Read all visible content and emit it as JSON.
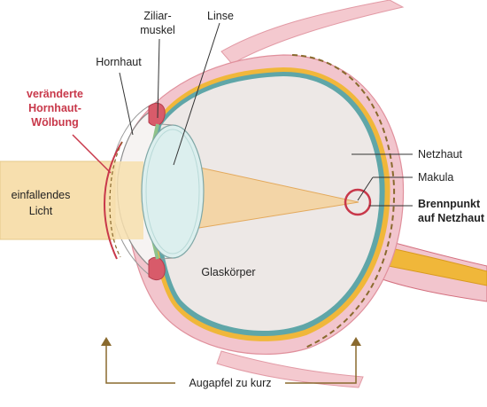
{
  "labels": {
    "ciliary_muscle": [
      "Ziliar-",
      "muskel"
    ],
    "lens": "Linse",
    "cornea": "Hornhaut",
    "changed_curvature": [
      "veränderte",
      "Hornhaut-",
      "Wölbung"
    ],
    "incoming_light": [
      "einfallendes",
      "Licht"
    ],
    "retina": "Netzhaut",
    "macula": "Makula",
    "focal_point": [
      "Brennpunkt",
      "auf Netzhaut"
    ],
    "vitreous": "Glaskörper",
    "eyeball_too_short": "Augapfel zu kurz"
  },
  "colors": {
    "highlight_red": "#c8384a",
    "light_beam": "#f7dfae",
    "sclera": "#f2c5cd",
    "choroid_gold": "#f0b73a",
    "retina_teal": "#5fa6a8",
    "lens_fill": "#dcefee",
    "annotation_brown": "#8a6a2e"
  }
}
